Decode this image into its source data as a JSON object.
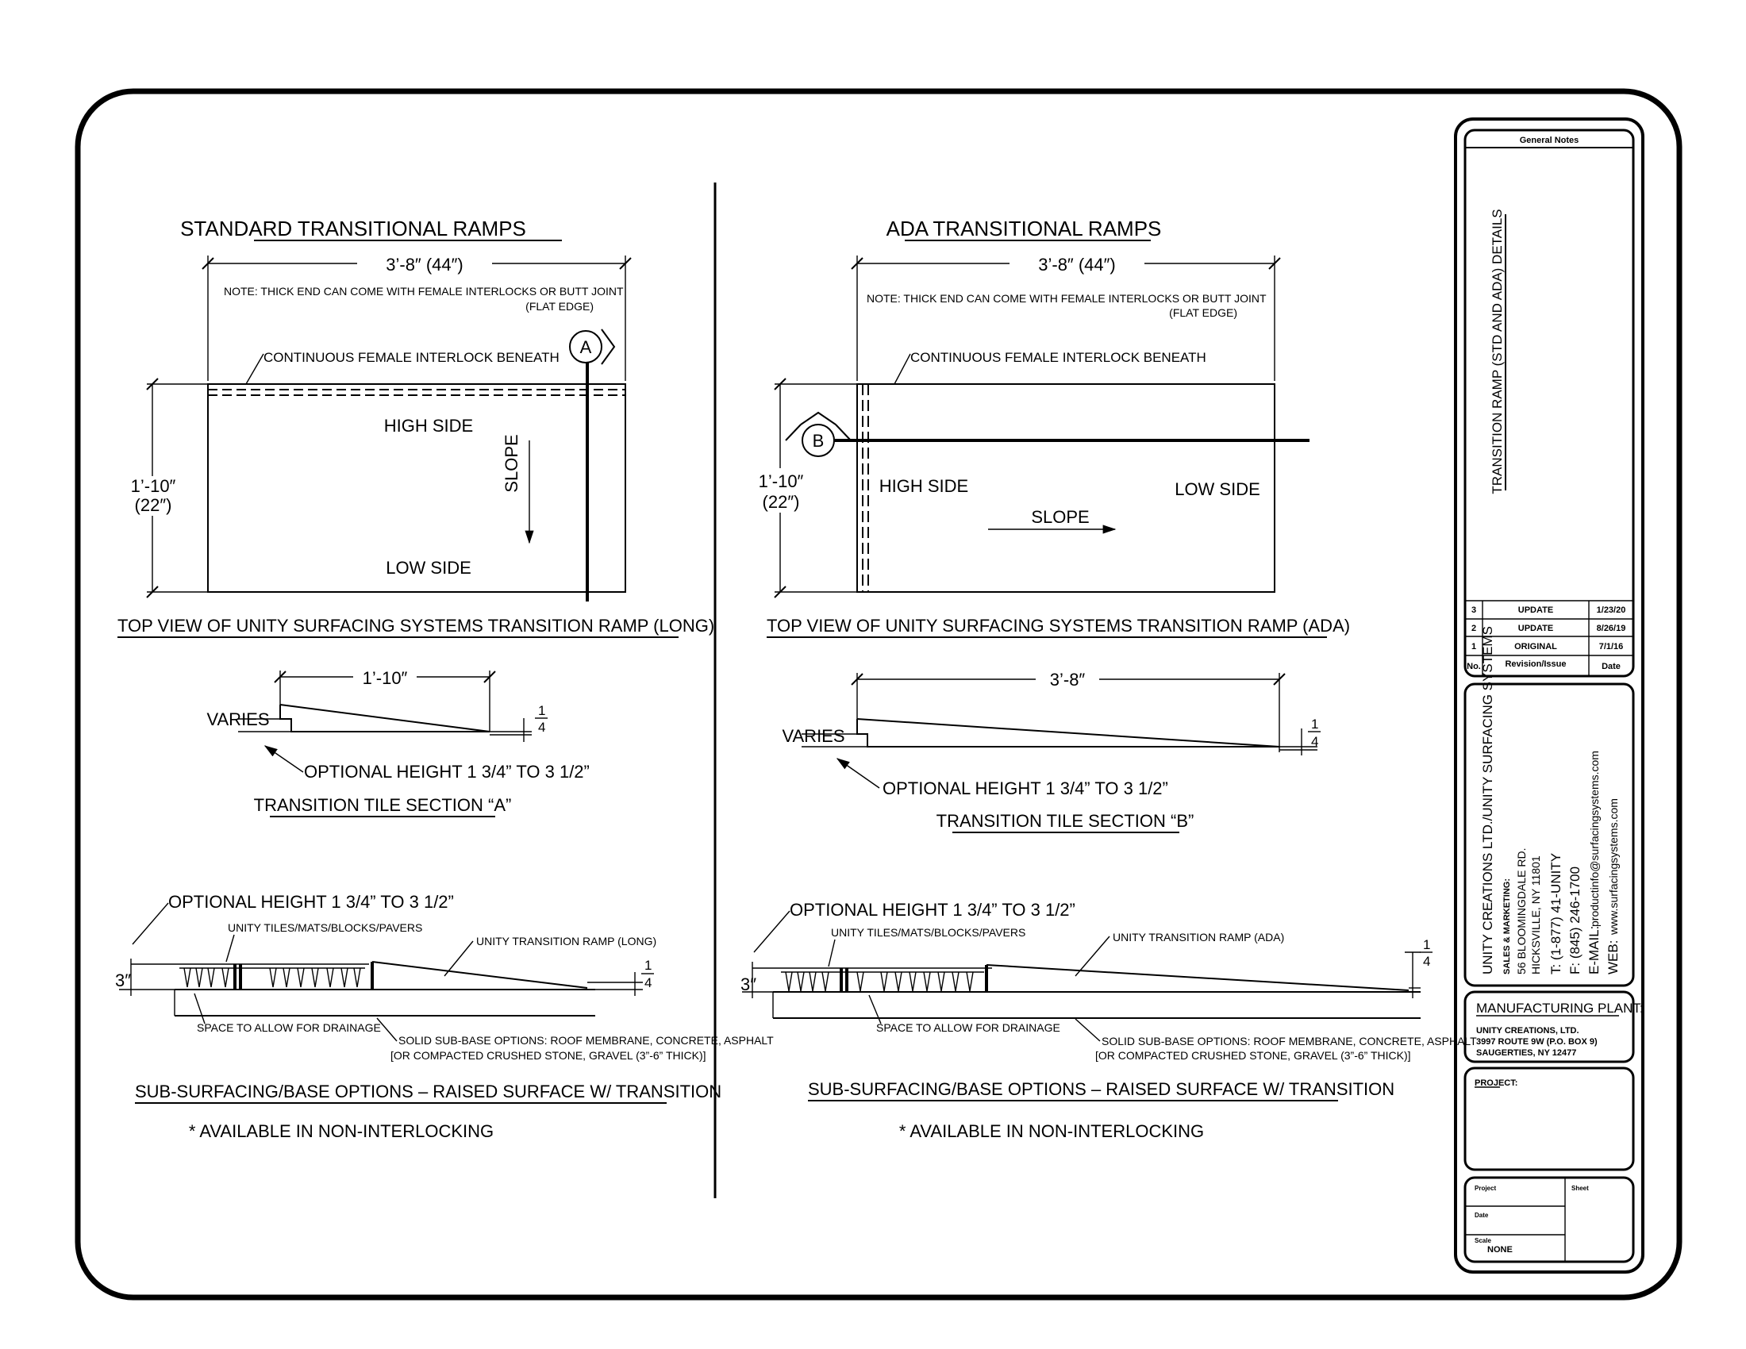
{
  "left": {
    "title": "STANDARD TRANSITIONAL RAMPS",
    "width_dim": "3’-8″ (44″)",
    "note_line1": "NOTE: THICK END CAN COME WITH FEMALE INTERLOCKS OR BUTT JOINT",
    "note_line2": "(FLAT EDGE)",
    "interlock_label": "CONTINUOUS FEMALE INTERLOCK BENEATH",
    "section_marker": "A",
    "high_side": "HIGH SIDE",
    "low_side": "LOW SIDE",
    "slope": "SLOPE",
    "height_dim_1": "1’-10″",
    "height_dim_2": "(22″)",
    "top_view_caption": "TOP VIEW OF UNITY SURFACING SYSTEMS TRANSITION RAMP (LONG)",
    "section_dim": "1’-10″",
    "varies": "VARIES",
    "quarter_num": "1",
    "quarter_den": "4",
    "optional_height": "OPTIONAL HEIGHT 1 3/4” TO 3 1/2”",
    "section_caption": "TRANSITION TILE SECTION “A”",
    "sub_optional_height": "OPTIONAL HEIGHT 1 3/4” TO 3 1/2”",
    "tiles_label": "UNITY TILES/MATS/BLOCKS/PAVERS",
    "ramp_label": "UNITY TRANSITION RAMP (LONG)",
    "dim_3": "3″",
    "drainage_label": "SPACE TO ALLOW FOR DRAINAGE",
    "subbase_line1": "SOLID SUB-BASE OPTIONS: ROOF MEMBRANE, CONCRETE, ASPHALT",
    "subbase_line2": "[OR COMPACTED CRUSHED STONE, GRAVEL (3”-6” THICK)]",
    "sub_caption": "SUB-SURFACING/BASE OPTIONS – RAISED SURFACE W/ TRANSITION",
    "available": "* AVAILABLE IN NON-INTERLOCKING"
  },
  "right": {
    "title": "ADA TRANSITIONAL RAMPS",
    "width_dim": "3’-8″ (44″)",
    "note_line1": "NOTE: THICK END CAN COME WITH FEMALE INTERLOCKS OR BUTT JOINT",
    "note_line2": "(FLAT EDGE)",
    "interlock_label": "CONTINUOUS FEMALE INTERLOCK BENEATH",
    "section_marker": "B",
    "high_side": "HIGH SIDE",
    "low_side": "LOW SIDE",
    "slope": "SLOPE",
    "height_dim_1": "1’-10″",
    "height_dim_2": "(22″)",
    "top_view_caption": "TOP VIEW OF UNITY SURFACING SYSTEMS TRANSITION RAMP (ADA)",
    "section_dim": "3’-8″",
    "varies": "VARIES",
    "quarter_num": "1",
    "quarter_den": "4",
    "optional_height": "OPTIONAL HEIGHT 1 3/4” TO 3 1/2”",
    "section_caption": "TRANSITION TILE SECTION “B”",
    "sub_optional_height": "OPTIONAL HEIGHT 1 3/4” TO  3 1/2”",
    "tiles_label": "UNITY TILES/MATS/BLOCKS/PAVERS",
    "ramp_label": "UNITY TRANSITION RAMP (ADA)",
    "dim_3": "3″",
    "drainage_label": "SPACE TO ALLOW FOR DRAINAGE",
    "subbase_line1": "SOLID SUB-BASE OPTIONS: ROOF MEMBRANE, CONCRETE, ASPHALT",
    "subbase_line2": "[OR COMPACTED CRUSHED STONE, GRAVEL (3”-6” THICK)]",
    "sub_caption": "SUB-SURFACING/BASE OPTIONS – RAISED SURFACE W/ TRANSITION",
    "available": "* AVAILABLE IN NON-INTERLOCKING"
  },
  "title_block": {
    "general_notes": "General Notes",
    "drawing_title": "TRANSITION RAMP (STD AND ADA) DETAILS",
    "revisions": [
      {
        "no": "3",
        "desc": "UPDATE",
        "date": "1/23/20"
      },
      {
        "no": "2",
        "desc": "UPDATE",
        "date": "8/26/19"
      },
      {
        "no": "1",
        "desc": "ORIGINAL",
        "date": "7/1/16"
      }
    ],
    "rev_header": {
      "no": "No.",
      "desc": "Revision/Issue",
      "date": "Date"
    },
    "company": {
      "name": "UNITY CREATIONS LTD./UNITY SURFACING SYSTEMS",
      "sales_label": "SALES & MARKETING:",
      "address1": "56 BLOOMINGDALE RD.",
      "address2": "HICKSVILLE, NY  11801",
      "phone": "T: (1-877) 41-UNITY",
      "fax": "F: (845) 246-1700",
      "email_label": "E-MAIL:",
      "email": "productinfo@surfacingsystems.com",
      "web_label": "WEB:",
      "web": "www.surfacingsystems.com"
    },
    "plant": {
      "heading": "MANUFACTURING PLANT:",
      "line1": "UNITY CREATIONS, LTD.",
      "line2": "3997 ROUTE 9W (P.O. BOX 9)",
      "line3": "SAUGERTIES, NY  12477"
    },
    "project_label": "PROJECT:",
    "fields": {
      "project": "Project",
      "sheet": "Sheet",
      "date": "Date",
      "scale": "Scale",
      "scale_value": "NONE"
    }
  }
}
